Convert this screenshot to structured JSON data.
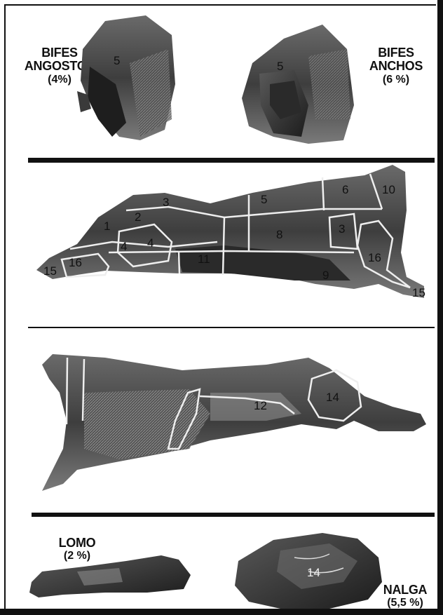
{
  "top": {
    "left_label": {
      "line1": "BIFES",
      "line2": "ANGOSTOS",
      "pct": "(4%)"
    },
    "right_label": {
      "line1": "BIFES",
      "line2": "ANCHOS",
      "pct": "(6 %)"
    },
    "left_cut_number": "5",
    "right_cut_number": "5"
  },
  "carcass_side": {
    "cut_numbers": [
      "15",
      "16",
      "1",
      "2",
      "4",
      "3",
      "5",
      "6",
      "10",
      "8",
      "3",
      "16",
      "9",
      "15",
      "11",
      "4"
    ]
  },
  "carcass_inner": {
    "cut_numbers": [
      "12",
      "14"
    ]
  },
  "bottom": {
    "left_label": {
      "line1": "LOMO",
      "pct": "(2 %)"
    },
    "right_label": {
      "line1": "NALGA",
      "pct": "(5,5 %)"
    },
    "right_cut_number": "14"
  }
}
